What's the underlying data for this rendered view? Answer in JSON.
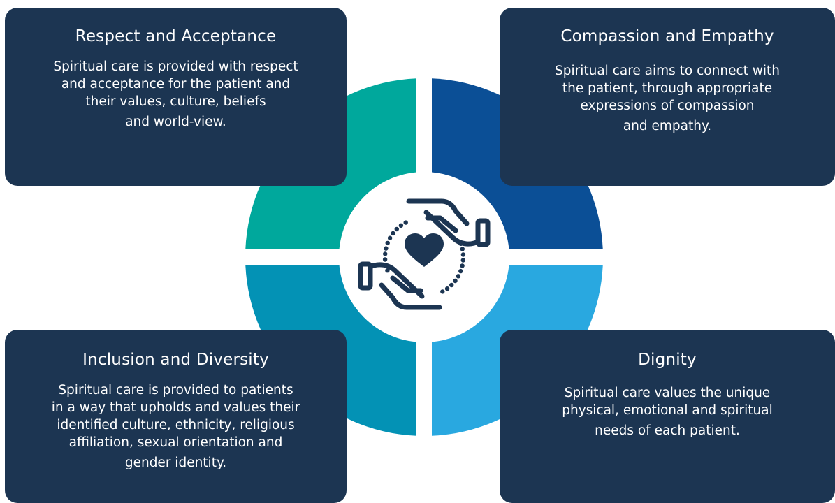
{
  "colors": {
    "card_bg": "#1c3552",
    "segment_top_left": "#00a89c",
    "segment_top_right": "#0b4f96",
    "segment_bottom_left": "#0392b5",
    "segment_bottom_right": "#29a8e0",
    "center_circle": "#ffffff",
    "icon": "#1c3552"
  },
  "center_icon": "hands-heart-icon",
  "cards": {
    "respect": {
      "title": "Respect and Acceptance",
      "lines": [
        "Spiritual care is provided with respect",
        "and acceptance for the patient and",
        "their values, culture, beliefs",
        "and world-view."
      ]
    },
    "compassion": {
      "title": "Compassion and Empathy",
      "lines": [
        "Spiritual care aims to connect with",
        "the patient, through appropriate",
        "expressions of compassion",
        "and empathy."
      ]
    },
    "inclusion": {
      "title": "Inclusion and Diversity",
      "lines": [
        "Spiritual care is provided to patients",
        "in a way that upholds and values their",
        "identified culture, ethnicity, religious",
        "affiliation, sexual orientation and",
        "gender identity."
      ]
    },
    "dignity": {
      "title": "Dignity",
      "lines": [
        "Spiritual care values the unique",
        "physical, emotional and spiritual",
        "needs of each patient."
      ]
    }
  }
}
